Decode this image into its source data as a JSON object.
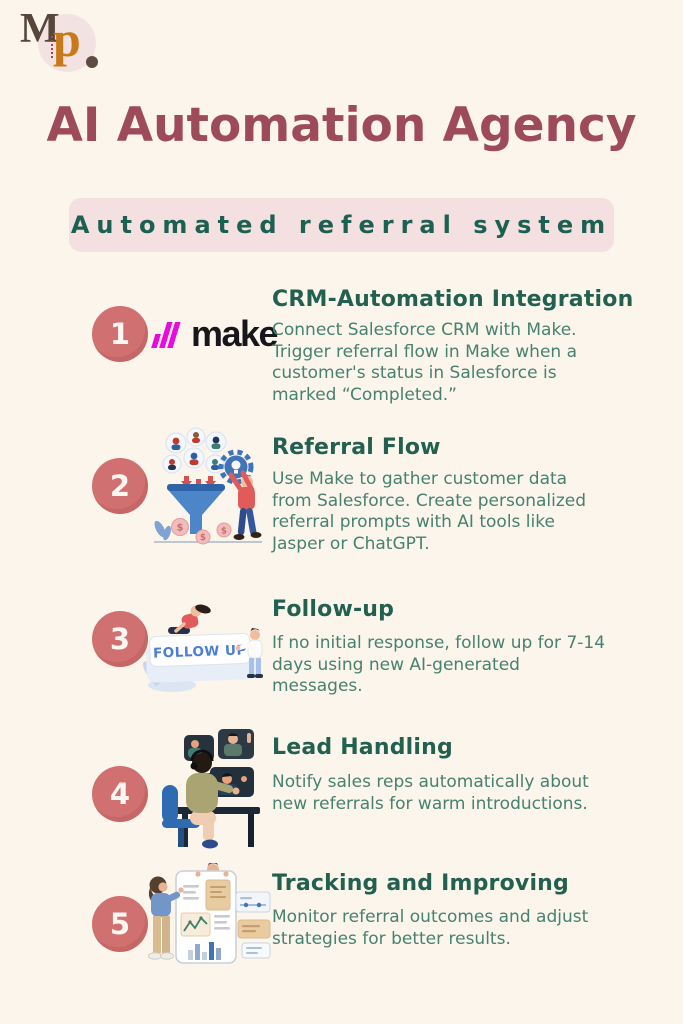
{
  "logo": {
    "m": "M",
    "p": "p"
  },
  "header": {
    "title": "AI Automation Agency",
    "subtitle": "Automated referral system"
  },
  "colors": {
    "background": "#FBF5EC",
    "title_maroon": "#9D4B59",
    "banner_pink": "#F4E0E0",
    "heading_teal": "#22604F",
    "body_teal": "#47816F",
    "number_circle_rose": "#D17070",
    "make_magenta": "#E80BE0",
    "logo_orange": "#C8791B",
    "logo_brown": "#57463C"
  },
  "steps": [
    {
      "number": "1",
      "title": "CRM-Automation Integration",
      "description": "Connect Salesforce CRM with Make. Trigger referral flow in Make when a customer's status in Salesforce is marked “Completed.”",
      "illustration": "make-logo",
      "logo_text": "make"
    },
    {
      "number": "2",
      "title": "Referral Flow",
      "description": "Use Make to gather customer data from Salesforce. Create personalized referral prompts with AI tools like Jasper or ChatGPT.",
      "illustration": "referral-funnel-illustration",
      "coin_symbol": "$"
    },
    {
      "number": "3",
      "title": "Follow-up",
      "description": "If no initial response, follow up for 7-14 days using new AI-generated messages.",
      "illustration": "follow-up-banner-illustration",
      "banner_text": "FOLLOW UP"
    },
    {
      "number": "4",
      "title": "Lead Handling",
      "description": "Notify sales reps automatically about new referrals for warm introductions.",
      "illustration": "video-call-illustration"
    },
    {
      "number": "5",
      "title": "Tracking and Improving",
      "description": "Monitor referral outcomes and adjust strategies for better results.",
      "illustration": "analytics-review-illustration"
    }
  ]
}
